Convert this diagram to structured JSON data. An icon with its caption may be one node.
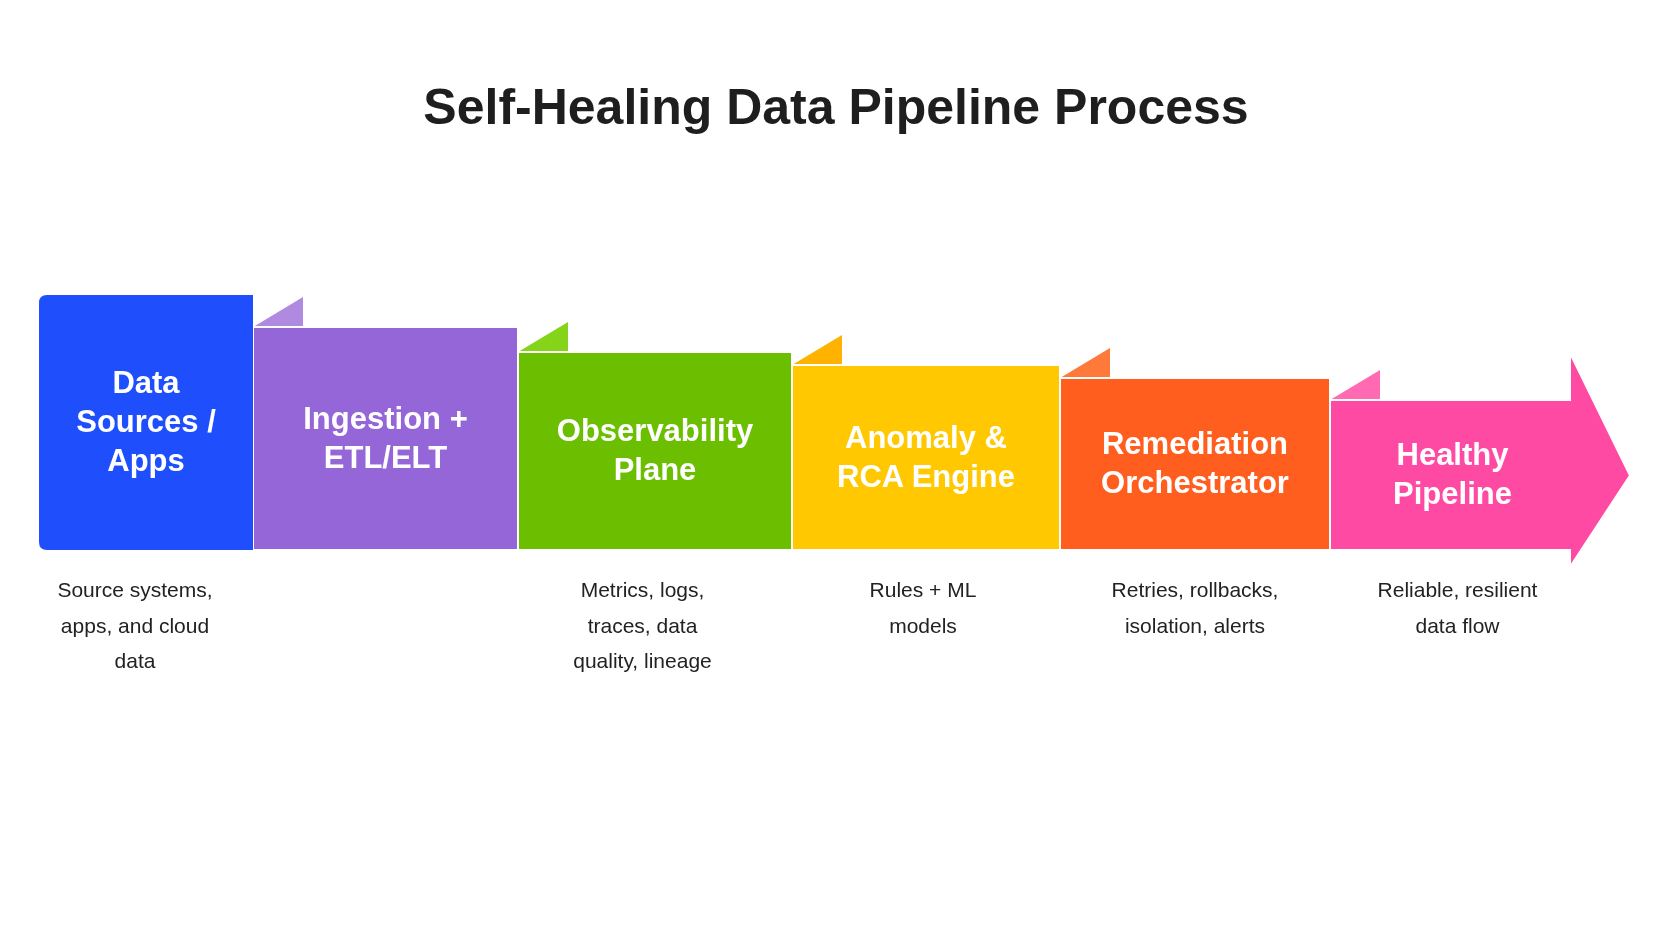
{
  "diagram": {
    "title": "Self-Healing Data Pipeline Process",
    "nodes": [
      {
        "text": [
          "Data Sources / Apps"
        ],
        "beside": [
          "Source systems, apps, and cloud data"
        ]
      },
      {
        "text": [
          "Ingestion + ETL/ELT"
        ]
      },
      {
        "text": [
          "Observability Plane"
        ],
        "beside": [
          "Metrics, logs, traces, data quality, lineage"
        ]
      },
      {
        "text": [
          "Anomaly & RCA Engine"
        ],
        "beside": [
          "Rules + ML models"
        ]
      },
      {
        "text": [
          "Remediation Orchestrator"
        ],
        "beside": [
          "Retries, rollbacks, isolation, alerts"
        ]
      },
      {
        "text": [
          "Healthy Pipeline"
        ],
        "beside": [
          "Reliable, resilient data flow"
        ]
      }
    ],
    "edges": []
  }
}
